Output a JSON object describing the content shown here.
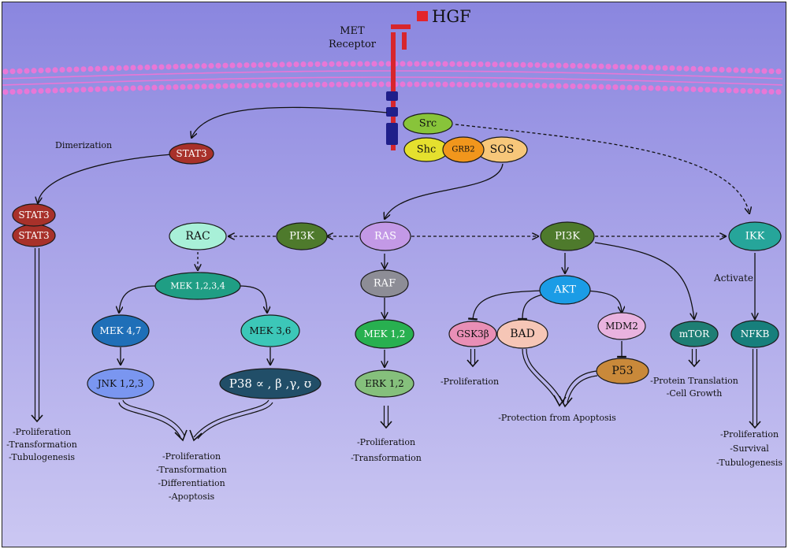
{
  "ligand": {
    "label": "HGF",
    "color": "#e3242b"
  },
  "receptor": {
    "label_line1": "MET",
    "label_line2": "Receptor",
    "color": "#d7262c",
    "domain_color": "#1f1f8a"
  },
  "membrane": {
    "color": "#e877d6"
  },
  "labels": {
    "dimerization": "Dimerization",
    "activate": "Activate"
  },
  "nodes": {
    "src": {
      "label": "Src",
      "color": "#88c43a"
    },
    "shc": {
      "label": "Shc",
      "color": "#e5e02e"
    },
    "grb2": {
      "label": "GRB2",
      "color": "#f1961c"
    },
    "sos": {
      "label": "SOS",
      "color": "#f7c77a"
    },
    "stat3": {
      "label": "STAT3",
      "color": "#a8312a"
    },
    "stat3_dimer_top": {
      "label": "STAT3",
      "color": "#a8312a"
    },
    "stat3_dimer_bottom": {
      "label": "STAT3",
      "color": "#a8312a"
    },
    "rac": {
      "label": "RAC",
      "color": "#a8f0d8"
    },
    "pi3k_left": {
      "label": "PI3K",
      "color": "#4e7a2c"
    },
    "ras": {
      "label": "RAS",
      "color": "#c399e6"
    },
    "pi3k_right": {
      "label": "PI3K",
      "color": "#4e7a2c"
    },
    "ikk": {
      "label": "IKK",
      "color": "#26a59a"
    },
    "mek1234": {
      "label": "MEK 1,2,3,4",
      "color": "#1f9e84"
    },
    "raf": {
      "label": "RAF",
      "color": "#8d8d96"
    },
    "akt": {
      "label": "AKT",
      "color": "#1b9ce6"
    },
    "mek47": {
      "label": "MEK 4,7",
      "color": "#1f6fb8"
    },
    "mek36": {
      "label": "MEK 3,6",
      "color": "#3cc7b8"
    },
    "mek12": {
      "label": "MEK 1,2",
      "color": "#28b050"
    },
    "gsk3b": {
      "label": "GSK3β",
      "color": "#e98fb6"
    },
    "bad": {
      "label": "BAD",
      "color": "#f6c6b6"
    },
    "mdm2": {
      "label": "MDM2",
      "color": "#e9b3df"
    },
    "mtor": {
      "label": "mTOR",
      "color": "#1e7e74"
    },
    "nfkb": {
      "label": "NFKB",
      "color": "#177f7c"
    },
    "jnk": {
      "label": "JNK 1,2,3",
      "color": "#7a96f0"
    },
    "p38": {
      "label": "P38 ∝ , β ,γ, ʊ",
      "color": "#214e68"
    },
    "erk12": {
      "label": "ERK 1,2",
      "color": "#85c07c"
    },
    "p53": {
      "label": "P53",
      "color": "#c9893a"
    }
  },
  "outcomes": {
    "stat3": [
      "-Proliferation",
      "-Transformation",
      "-Tubulogenesis"
    ],
    "mapk": [
      "-Proliferation",
      "-Transformation",
      "-Differentiation",
      "-Apoptosis"
    ],
    "erk": [
      "-Proliferation",
      "-Transformation"
    ],
    "gsk3b": [
      "-Proliferation"
    ],
    "apoptosis": [
      "-Protection from Apoptosis"
    ],
    "mtor": [
      "-Protein Translation",
      "-Cell Growth"
    ],
    "nfkb": [
      "-Proliferation",
      "-Survival",
      "-Tubulogenesis"
    ]
  }
}
